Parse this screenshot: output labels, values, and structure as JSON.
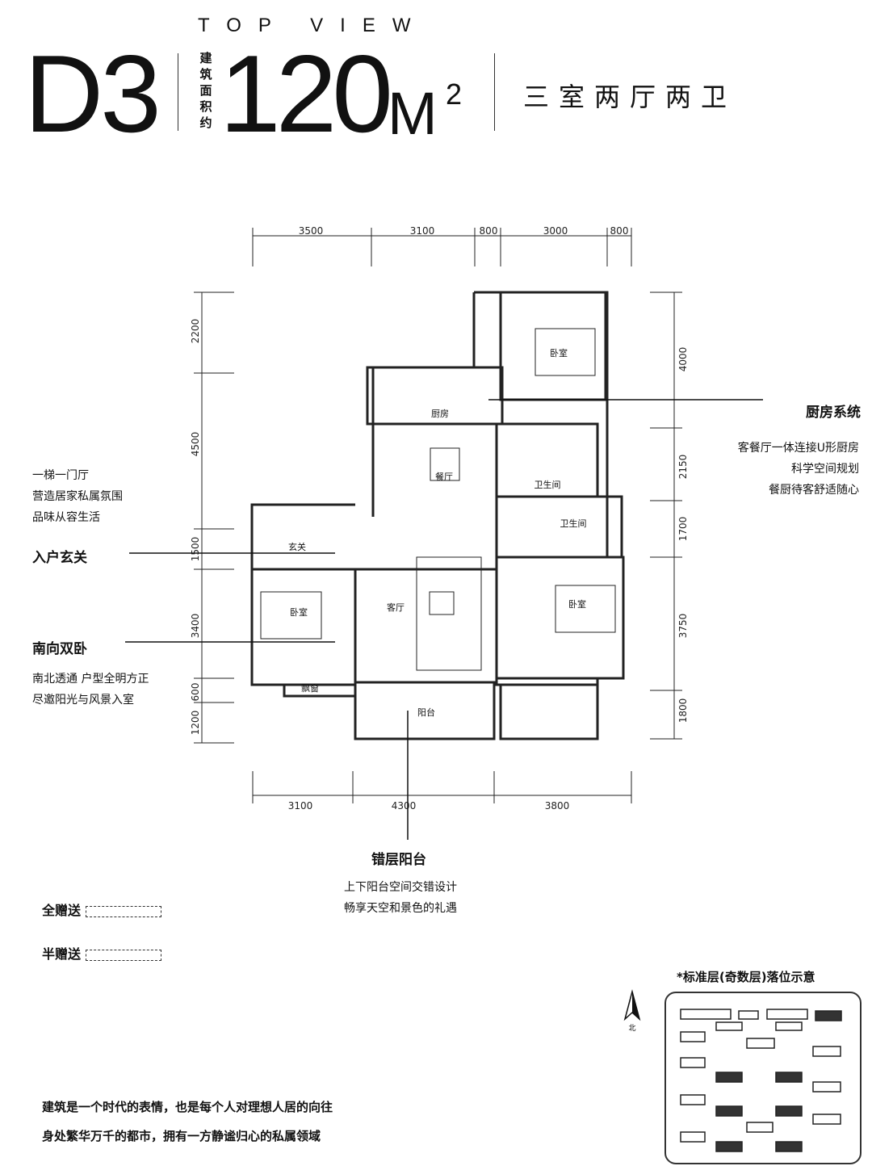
{
  "header": {
    "top_view": "TOP VIEW",
    "unit_code": "D3",
    "area_label": "建筑面积约",
    "area_value": "120",
    "area_unit": "M",
    "area_unit_sup": "2",
    "layout": "三室两厅两卫"
  },
  "dimensions": {
    "top": [
      "3500",
      "3100",
      "800",
      "3000",
      "800"
    ],
    "bottom": [
      "3100",
      "4300",
      "3800"
    ],
    "left": [
      "2200",
      "4500",
      "1500",
      "3400",
      "600",
      "1200"
    ],
    "right": [
      "4000",
      "2150",
      "1700",
      "3750",
      "1800"
    ]
  },
  "rooms": {
    "kitchen": "厨房",
    "bedroom_north": "卧室",
    "dining": "餐厅",
    "bath1": "卫生间",
    "bath2": "卫生间",
    "foyer": "玄关",
    "bedroom_sw": "卧室",
    "living": "客厅",
    "bedroom_se": "卧室",
    "bay_window": "飘窗",
    "balcony": "阳台"
  },
  "callouts": {
    "entry": {
      "lines": [
        "一梯一门厅",
        "营造居家私属氛围",
        "品味从容生活"
      ],
      "title": "入户玄关"
    },
    "bedrooms": {
      "title": "南向双卧",
      "lines": [
        "南北透通 户型全明方正",
        "尽邀阳光与风景入室"
      ]
    },
    "kitchen": {
      "title": "厨房系统",
      "lines": [
        "客餐厅一体连接U形厨房",
        "科学空间规划",
        "餐厨待客舒适随心"
      ]
    },
    "balcony": {
      "title": "错层阳台",
      "lines": [
        "上下阳台空间交错设计",
        "畅享天空和景色的礼遇"
      ]
    }
  },
  "legend": {
    "full_gift": "全赠送",
    "half_gift": "半赠送"
  },
  "site_plan": {
    "title": "*标准层(奇数层)落位示意",
    "north": "北"
  },
  "footer": [
    "建筑是一个时代的表情，也是每个人对理想人居的向往",
    "身处繁华万千的都市，拥有一方静谧归心的私属领域"
  ],
  "colors": {
    "ink": "#111111",
    "wall": "#1a1a1a"
  }
}
